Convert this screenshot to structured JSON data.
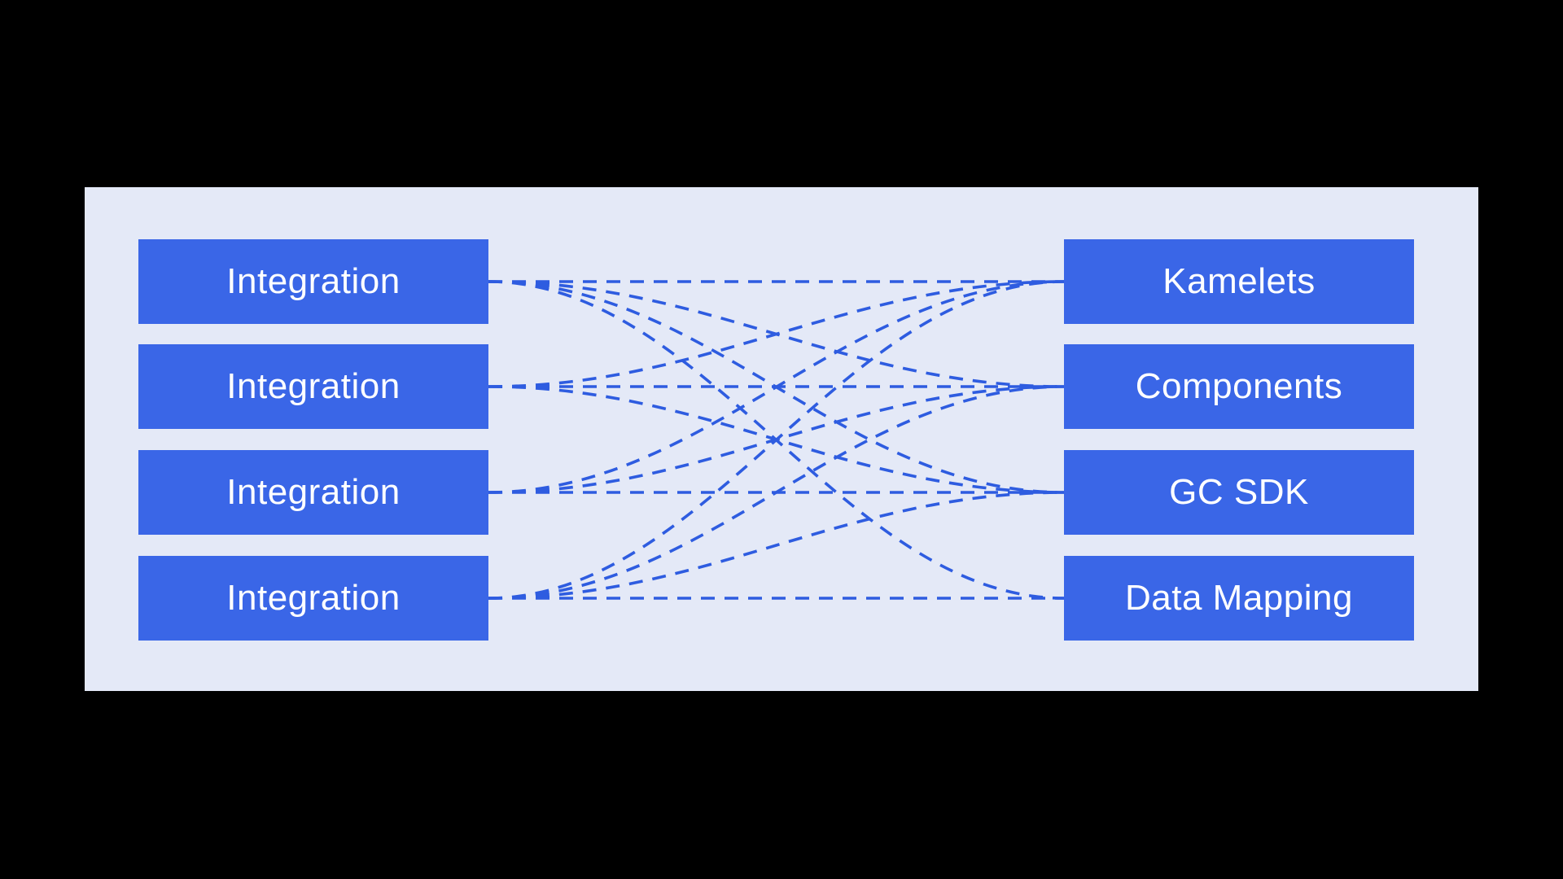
{
  "diagram": {
    "colors": {
      "background": "#000000",
      "panel": "#e4e9f7",
      "node_fill": "#3a66e7",
      "node_text": "#ffffff",
      "edge": "#2e5ce0"
    },
    "left_nodes": [
      {
        "label": "Integration"
      },
      {
        "label": "Integration"
      },
      {
        "label": "Integration"
      },
      {
        "label": "Integration"
      }
    ],
    "right_nodes": [
      {
        "label": "Kamelets"
      },
      {
        "label": "Components"
      },
      {
        "label": "GC SDK"
      },
      {
        "label": "Data Mapping"
      }
    ],
    "edges": [
      {
        "from": 0,
        "to": 0
      },
      {
        "from": 0,
        "to": 1
      },
      {
        "from": 0,
        "to": 2
      },
      {
        "from": 0,
        "to": 3
      },
      {
        "from": 1,
        "to": 1
      },
      {
        "from": 1,
        "to": 0
      },
      {
        "from": 1,
        "to": 2
      },
      {
        "from": 2,
        "to": 2
      },
      {
        "from": 2,
        "to": 0
      },
      {
        "from": 2,
        "to": 1
      },
      {
        "from": 3,
        "to": 3
      },
      {
        "from": 3,
        "to": 0
      },
      {
        "from": 3,
        "to": 1
      },
      {
        "from": 3,
        "to": 2
      }
    ]
  }
}
